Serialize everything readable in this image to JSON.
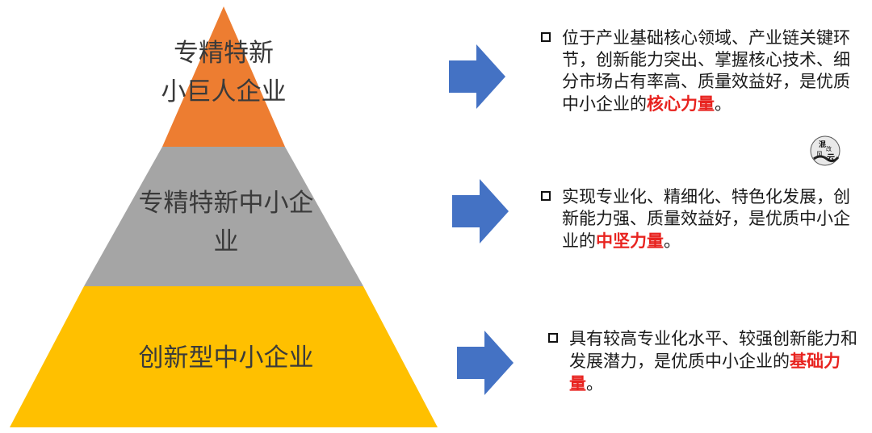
{
  "tiers": [
    {
      "line1": "专精特新",
      "line2": "小巨人企业",
      "color": "#ED7D31"
    },
    {
      "line1": "专精特新中小企",
      "line2": "业",
      "color": "#A5A5A5"
    },
    {
      "line1": "创新型中小企业",
      "color": "#FFC000"
    }
  ],
  "arrow_color": "#4472C4",
  "highlight_color": "#E8231F",
  "descriptions": [
    {
      "text": "位于产业基础核心领域、产业链关键环节，创新能力突出、掌握核心技术、细分市场占有率高、质量效益好，是优质中小企业的",
      "highlight": "核心力量",
      "suffix": "。"
    },
    {
      "text": "实现专业化、精细化、特色化发展，创新能力强、质量效益好，是优质中小企业的",
      "highlight": "中坚力量",
      "suffix": "。"
    },
    {
      "text": "具有较高专业化水平、较强创新能力和发展潜力，是优质中小企业的",
      "highlight": "基础力量",
      "suffix": "。"
    }
  ],
  "logo_text": "混改风云"
}
